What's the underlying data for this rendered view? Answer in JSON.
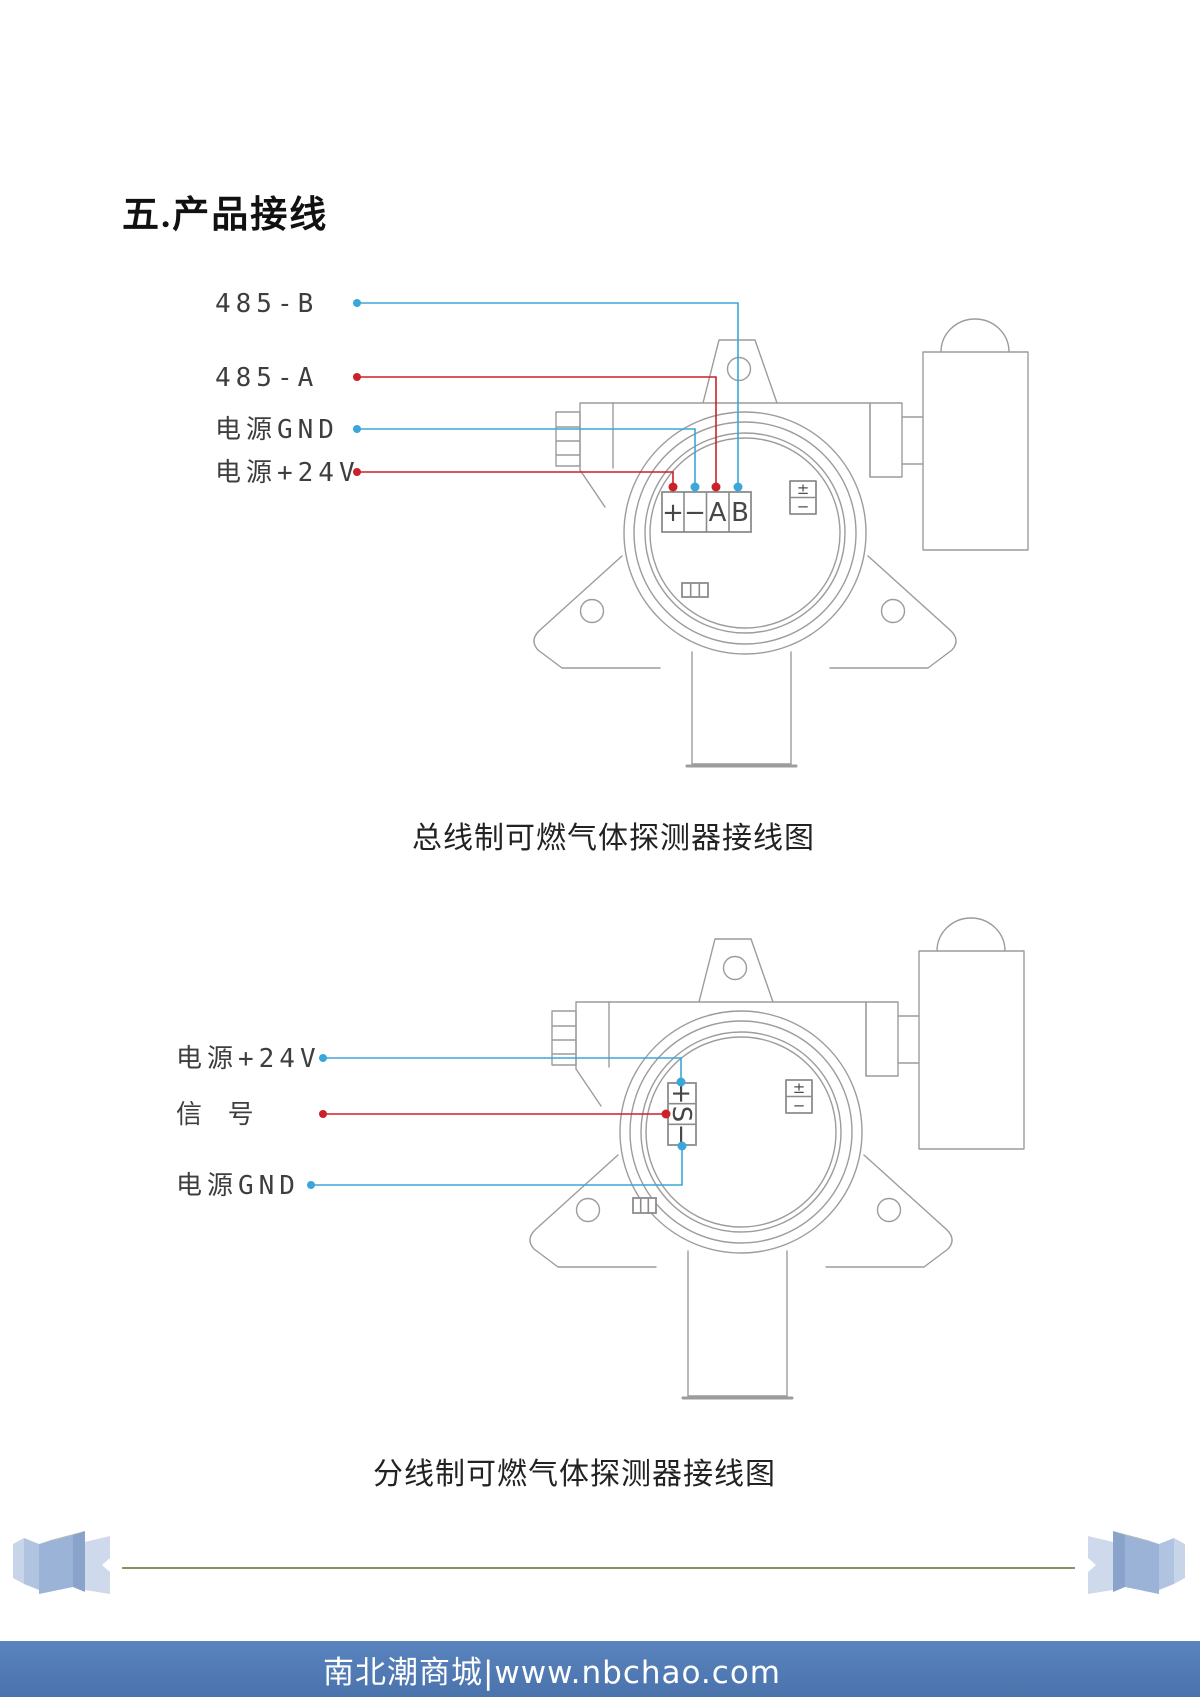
{
  "page": {
    "title": "五.产品接线"
  },
  "device": {
    "polarity_marks": [
      "±",
      "−"
    ]
  },
  "diagram_bus": {
    "caption": "总线制可燃气体探测器接线图",
    "labels": [
      {
        "text": "485-B",
        "wire": "blue"
      },
      {
        "text": "485-A",
        "wire": "red"
      },
      {
        "text": "电源GND",
        "wire": "blue"
      },
      {
        "text": "电源+24V",
        "wire": "red"
      }
    ],
    "terminals": [
      "+",
      "−",
      "A",
      "B"
    ]
  },
  "diagram_branch": {
    "caption": "分线制可燃气体探测器接线图",
    "labels": [
      {
        "text": "电源+24V",
        "wire": "blue"
      },
      {
        "text": "信  号",
        "wire": "red"
      },
      {
        "text": "电源GND",
        "wire": "blue"
      }
    ],
    "terminals": [
      "+",
      "S",
      "−"
    ]
  },
  "footer": {
    "brand": "南北潮商城|www.nbchao.com"
  },
  "colors": {
    "wire_blue": "#3BA6DA",
    "wire_red": "#CB2128",
    "outline_gray": "#9C9C9C",
    "divider_olive": "#8F8F62",
    "footer_bar_blue": "#4C7AB5"
  }
}
